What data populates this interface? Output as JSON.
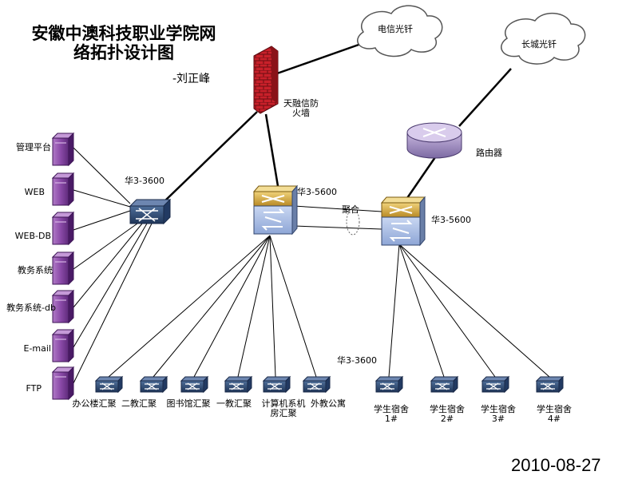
{
  "title": "安徽中澳科技职业学院网络拓扑设计图",
  "author": "-刘正峰",
  "date": "2010-08-27",
  "clouds": {
    "telecom": "电信光钎",
    "greatwall": "长城光钎"
  },
  "firewall": "天融信防火墙",
  "router": "路由器",
  "core_switch_left": "华3-3600",
  "core_switch_mid": "华3-5600",
  "core_switch_right": "华3-5600",
  "aggregation": "聚合",
  "access_switch_label": "华3-3600",
  "servers": [
    "管理平台",
    "WEB",
    "WEB-DB",
    "教务系统",
    "教务系统-db",
    "E-mail",
    "FTP"
  ],
  "access_left": [
    "办公楼汇聚",
    "二教汇聚",
    "图书馆汇聚",
    "一教汇聚",
    "计算机系机房汇聚",
    "外教公寓"
  ],
  "access_right": [
    "学生宿舍1#",
    "学生宿舍2#",
    "学生宿舍3#",
    "学生宿舍4#"
  ]
}
